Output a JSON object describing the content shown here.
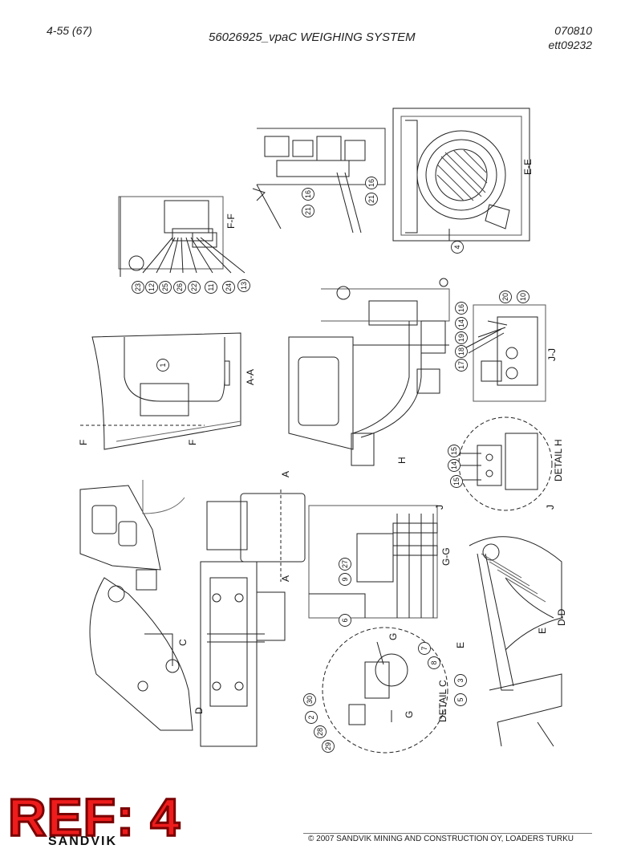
{
  "header": {
    "page_number": "4-55 (67)",
    "title": "56026925_vpaC WEIGHING SYSTEM",
    "date_code": "070810",
    "doc_code": "ett09232"
  },
  "views": {
    "ee": "E-E",
    "ff": "F-F",
    "aa": "A-A",
    "jj": "J-J",
    "detail_h": "DETAIL H",
    "gg": "G-G",
    "dd": "D-D",
    "detail_c": "DETAIL C"
  },
  "section_marks": [
    "F",
    "F",
    "A",
    "A",
    "C",
    "D",
    "H",
    "J",
    "J",
    "E",
    "E",
    "G",
    "G"
  ],
  "balloons": {
    "ff": [
      "23",
      "12",
      "25",
      "26",
      "22",
      "11",
      "24",
      "13"
    ],
    "top": [
      "21",
      "16",
      "21",
      "16",
      "4"
    ],
    "aa": [
      "1"
    ],
    "jj": [
      "17",
      "18",
      "19",
      "14",
      "16",
      "20",
      "10"
    ],
    "h": [
      "15",
      "14",
      "15"
    ],
    "gg": [
      "6",
      "9",
      "27"
    ],
    "c": [
      "30",
      "2",
      "28",
      "29",
      "7",
      "8",
      "3",
      "5"
    ]
  },
  "footer": {
    "copyright": "© 2007 SANDVIK MINING AND CONSTRUCTION OY, LOADERS TURKU",
    "logo": "SANDVIK"
  },
  "stamp": "REF: 4"
}
